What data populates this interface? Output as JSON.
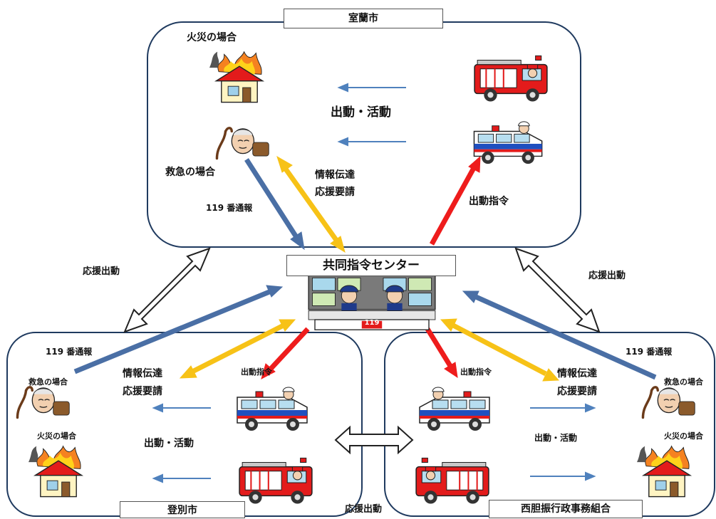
{
  "regions": {
    "muroran": {
      "title": "室蘭市"
    },
    "noboribetsu": {
      "title": "登別市"
    },
    "nishiiburi": {
      "title": "西胆振行政事務組合"
    }
  },
  "center": {
    "title": "共同指令センター",
    "sign": "119"
  },
  "labels": {
    "fire_case": "火災の場合",
    "emergency_case": "救急の場合",
    "dispatch_activity": "出動・活動",
    "info_request_line1": "情報伝達",
    "info_request_line2": "応援要請",
    "dispatch_order": "出動指令",
    "call_119": "119 番通報",
    "support_dispatch": "応援出動"
  },
  "colors": {
    "region_border": "#1f3a5f",
    "call_arrow": "#4a6fa5",
    "info_arrow": "#f7c217",
    "order_arrow": "#ee1c1c",
    "activity_arrow": "#4f81bd"
  },
  "icons": {
    "house_fire": "house-fire-icon",
    "injured_elderly": "injured-person-icon",
    "fire_engine": "fire-engine-icon",
    "ambulance": "ambulance-icon",
    "dispatchers": "dispatcher-icon"
  }
}
